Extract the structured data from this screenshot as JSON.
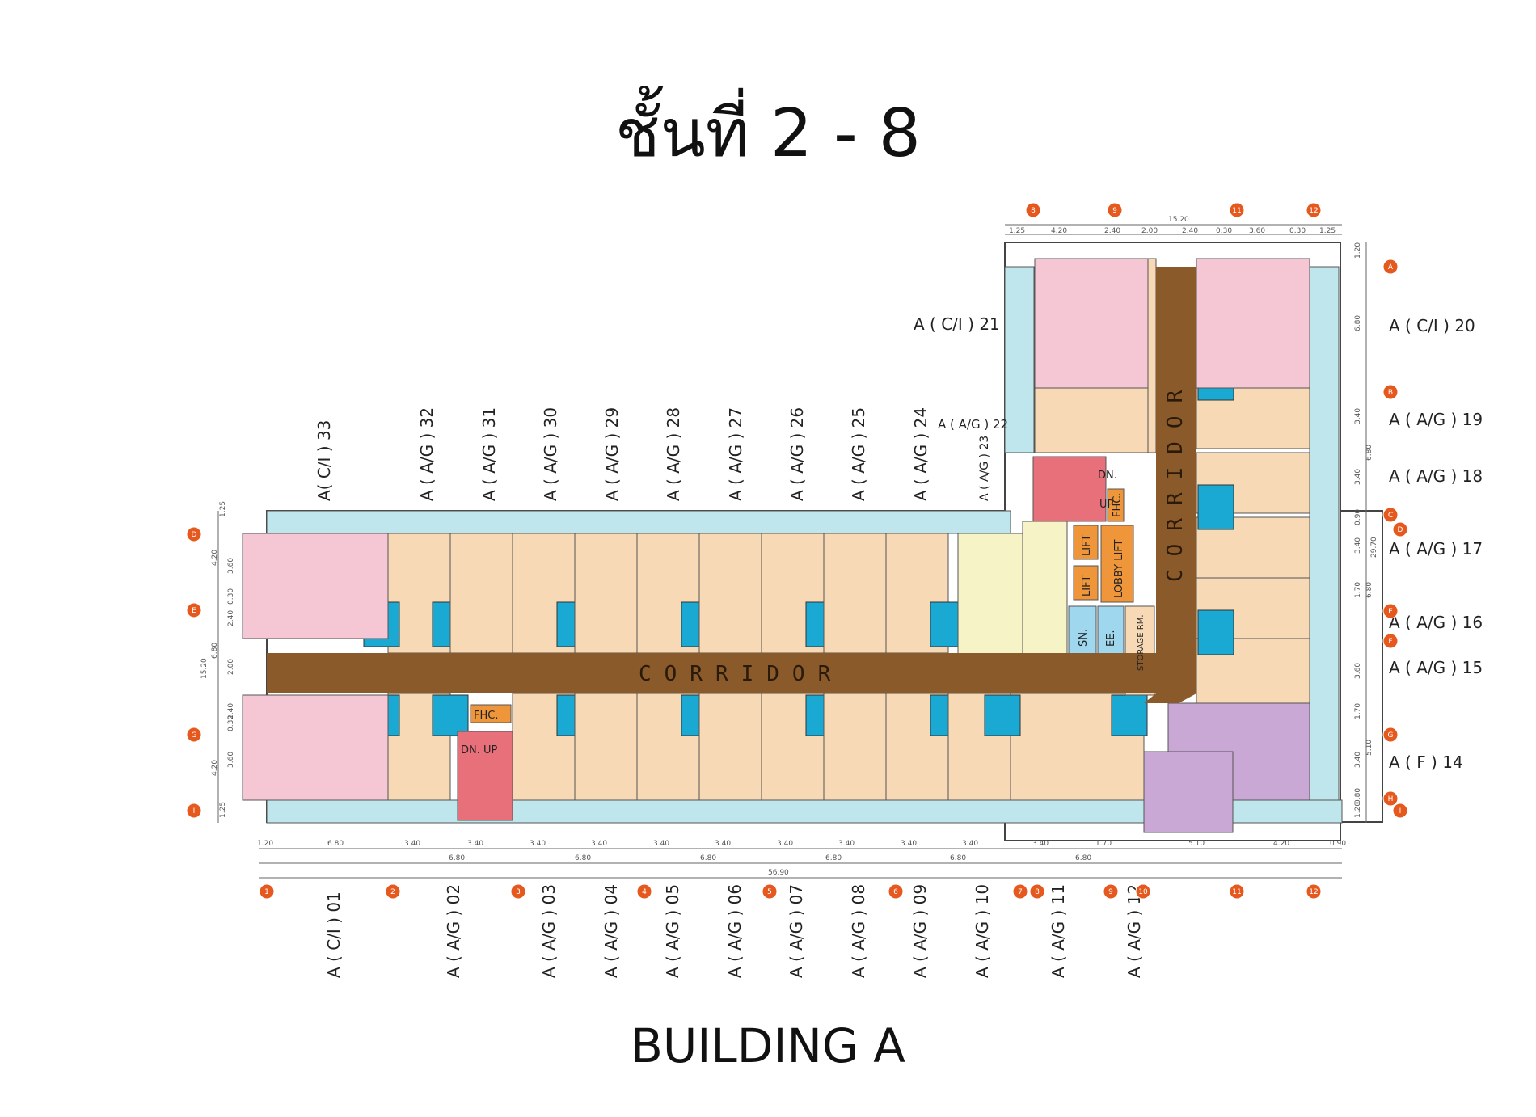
{
  "title": "ชั้นที่ 2 - 8",
  "building": "BUILDING A",
  "corridor_label": "CORRIDOR",
  "services": {
    "lift": "LIFT",
    "lobby_lift": "LOBBY LIFT",
    "fhc": "FHC.",
    "dn": "DN.",
    "up": "UP",
    "dn_up": "DN. UP",
    "sn": "SN.",
    "ee": "EE.",
    "storage": "STORAGE RM."
  },
  "units_bottom": [
    "A ( C/I ) 01",
    "A ( A/G ) 02",
    "A ( A/G ) 03",
    "A ( A/G ) 04",
    "A ( A/G ) 05",
    "A ( A/G ) 06",
    "A ( A/G ) 07",
    "A ( A/G ) 08",
    "A ( A/G ) 09",
    "A ( A/G ) 10",
    "A ( A/G ) 11",
    "A ( A/G ) 12"
  ],
  "units_top": [
    "A( C/I ) 33",
    "A ( A/G ) 32",
    "A ( A/G ) 31",
    "A ( A/G ) 30",
    "A ( A/G ) 29",
    "A ( A/G ) 28",
    "A ( A/G ) 27",
    "A ( A/G ) 26",
    "A ( A/G ) 25",
    "A ( A/G ) 24",
    "A ( A/G ) 23"
  ],
  "units_right": [
    "A ( C/I ) 20",
    "A ( A/G ) 19",
    "A ( A/G ) 18",
    "A ( A/G ) 17",
    "A ( A/G ) 16",
    "A ( A/G ) 15",
    "A ( F ) 14"
  ],
  "units_left_wing": [
    "A ( C/I ) 21",
    "A ( A/G ) 22"
  ],
  "grid_bubbles_bottom": [
    "1",
    "2",
    "3",
    "4",
    "5",
    "6",
    "7",
    "8",
    "9",
    "10",
    "11",
    "12"
  ],
  "grid_bubbles_top": [
    "8",
    "9",
    "11",
    "12"
  ],
  "grid_bubbles_left": [
    "D",
    "E",
    "G",
    "I"
  ],
  "grid_bubbles_right": [
    "A",
    "B",
    "C",
    "D",
    "E",
    "F",
    "G",
    "H",
    "I"
  ],
  "dims_bottom": [
    "1.20",
    "6.80",
    "3.40",
    "3.40",
    "3.40",
    "3.40",
    "3.40",
    "3.40",
    "3.40",
    "3.40",
    "3.40",
    "3.40",
    "3.40",
    "1.70",
    "5.10",
    "4.20",
    "0.90"
  ],
  "dims_bottom2": [
    "6.80",
    "6.80",
    "6.80",
    "6.80",
    "6.80",
    "6.80",
    "56.90"
  ],
  "dims_top": [
    "1.25",
    "4.20",
    "2.40",
    "2.00",
    "2.40",
    "0.30",
    "3.60",
    "0.30",
    "1.25",
    "15.20"
  ],
  "dims_left": [
    "1.25",
    "4.20",
    "3.60",
    "0.30",
    "2.40",
    "6.80",
    "2.00",
    "15.20",
    "2.40",
    "0.30",
    "3.60",
    "4.20",
    "1.25"
  ],
  "dims_right": [
    "1.20",
    "6.80",
    "3.40",
    "6.80",
    "3.40",
    "0.90",
    "3.40",
    "29.70",
    "1.70",
    "6.80",
    "3.60",
    "1.70",
    "5.10",
    "3.40",
    "0.80",
    "1.20"
  ],
  "colors": {
    "corridor": "#8b5a2b",
    "unit_ag": "#f7d9b5",
    "unit_ci": "#f5c6d3",
    "unit_f": "#c9a8d6",
    "balcony": "#bfe6ec",
    "bath": "#1aa9d3",
    "stair": "#e8707a",
    "lift": "#f0963a",
    "service": "#9fd8ee",
    "bubble": "#e5581e",
    "lobby_yellow": "#f6f3c7"
  }
}
